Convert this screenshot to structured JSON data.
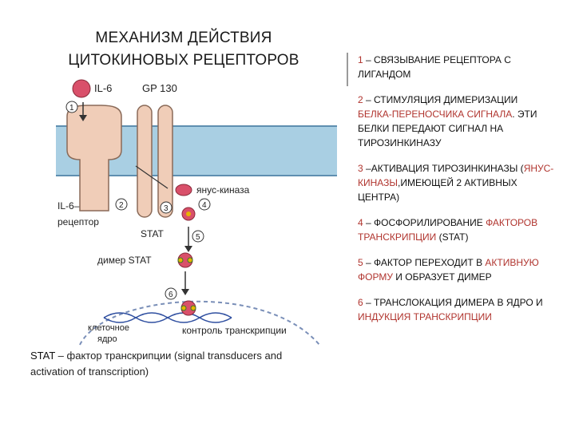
{
  "title": {
    "line1": "МЕХАНИЗМ ДЕЙСТВИЯ",
    "line2": "ЦИТОКИНОВЫХ РЕЦЕПТОРОВ"
  },
  "diagram_labels": {
    "il6": "IL-6",
    "gp130": "GP 130",
    "janus_kinase": "янус-киназа",
    "il6_receptor_1": "IL-6–",
    "il6_receptor_2": "рецептор",
    "stat": "STAT",
    "stat_dimer": "димер STAT",
    "nucleus_1": "клеточное",
    "nucleus_2": "ядро",
    "transcription_control": "контроль транскрипции",
    "markers": [
      "1",
      "2",
      "3",
      "4",
      "5",
      "6"
    ]
  },
  "steps": [
    {
      "num": "1",
      "a": " – СВЯЗЫВАНИЕ РЕЦЕПТОРА С ЛИГАНДОМ",
      "hl": "",
      "b": ""
    },
    {
      "num": "2",
      "a": " – СТИМУЛЯЦИЯ ДИМЕРИЗАЦИИ ",
      "hl": "БЕЛКА-ПЕРЕНОСЧИКА СИГНАЛА",
      "b": ". ЭТИ БЕЛКИ ПЕРЕДАЮТ СИГНАЛ НА ТИРОЗИНКИНАЗУ"
    },
    {
      "num": "3",
      "a": " –АКТИВАЦИЯ ТИРОЗИНКИНАЗЫ (",
      "hl": "ЯНУС-КИНАЗЫ",
      "b": ",ИМЕЮЩЕЙ 2 АКТИВНЫХ ЦЕНТРА)"
    },
    {
      "num": "4",
      "a": " – ФОСФОРИЛИРОВАНИЕ ",
      "hl": "ФАКТОРОВ ТРАНСКРИПЦИИ",
      "b": " (STAT)"
    },
    {
      "num": "5",
      "a": " – ФАКТОР ПЕРЕХОДИТ В ",
      "hl": "АКТИВНУЮ ФОРМУ",
      "b": " И ОБРАЗУЕТ ДИМЕР"
    },
    {
      "num": "6",
      "a": " – ТРАНСЛОКАЦИЯ ДИМЕРА В ЯДРО И ",
      "hl": "ИНДУКЦИЯ ТРАНСКРИПЦИИ",
      "b": ""
    }
  ],
  "note": {
    "key": "STAT",
    "text": " – фактор транскрипции (signal transducers and activation of transcription)"
  },
  "colors": {
    "membrane": "#a9cfe3",
    "receptor": "#f0cdb8",
    "protein": "#d9506a",
    "accent": "#b0342e",
    "dna": "#2f4fa0"
  }
}
